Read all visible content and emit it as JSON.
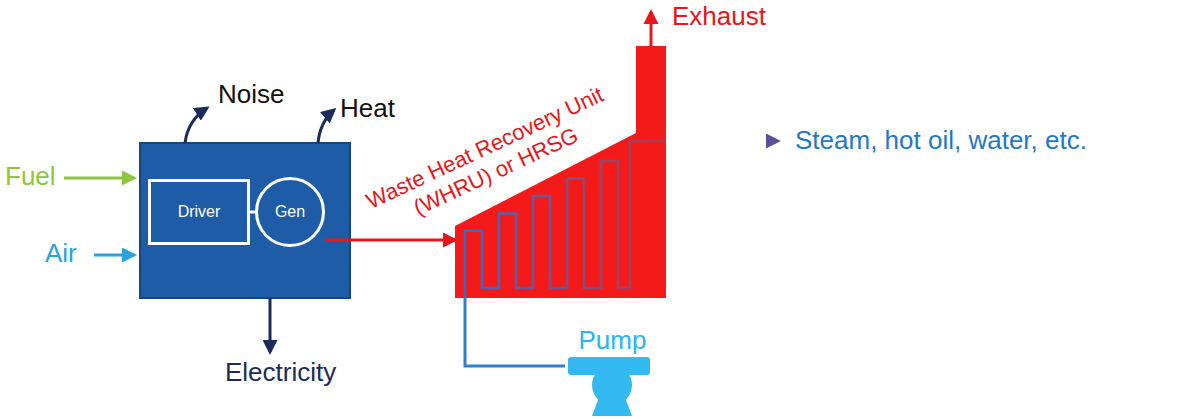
{
  "diagram": {
    "nodes": [
      {
        "text": [
          "Driver"
        ]
      },
      {
        "text": [
          "Gen"
        ]
      },
      {
        "text": [
          "Waste Heat Recovery Unit (WHRU) or HRSG"
        ]
      },
      {
        "text": [
          "Pump"
        ]
      }
    ],
    "edges": [
      {
        "from": 1,
        "to": 2,
        "arrow": "to"
      },
      {
        "from": 3,
        "to": 2,
        "arrow": "none"
      }
    ],
    "labels": [
      "Noise",
      "Heat",
      "Fuel",
      "Air",
      "Electricity",
      "Exhaust",
      "Steam, hot oil, water, etc."
    ]
  }
}
